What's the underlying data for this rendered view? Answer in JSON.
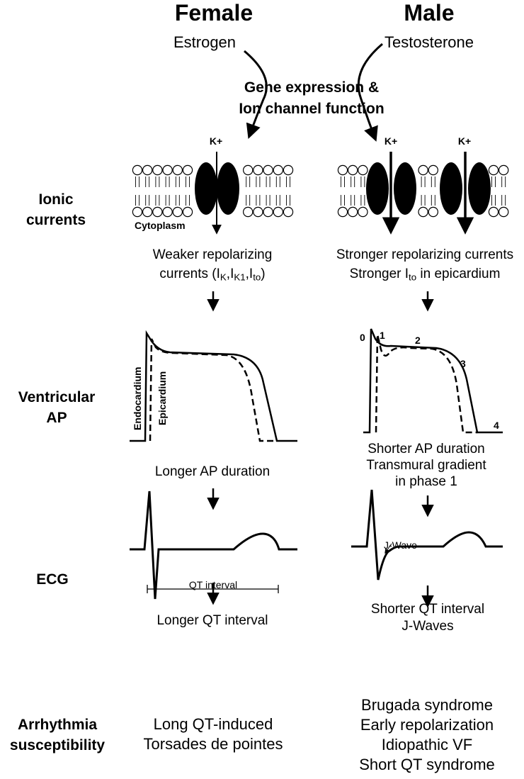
{
  "headers": {
    "female": "Female",
    "male": "Male"
  },
  "hormones": {
    "female": "Estrogen",
    "male": "Testosterone"
  },
  "gene_expression": {
    "line1": "Gene expression &",
    "line2": "Ion channel function"
  },
  "row_labels": {
    "ionic_1": "Ionic",
    "ionic_2": "currents",
    "ap_1": "Ventricular",
    "ap_2": "AP",
    "ecg": "ECG",
    "arr_1": "Arrhythmia",
    "arr_2": "susceptibility"
  },
  "membrane": {
    "k_plus": "K+",
    "cytoplasm": "Cytoplasm"
  },
  "ionic_text": {
    "female_1": "Weaker repolarizing",
    "female_2_prefix": "currents (I",
    "female_sub_1": "K",
    "female_sub_2": "K1",
    "female_sub_3": "to",
    "female_2_suffix": ")",
    "male_1": "Stronger repolarizing currents",
    "male_2_prefix": "Stronger I",
    "male_2_sub": "to",
    "male_2_suffix": " in epicardium"
  },
  "ap": {
    "endocardium": "Endocardium",
    "epicardium": "Epicardium",
    "phases": [
      "0",
      "1",
      "2",
      "3",
      "4"
    ],
    "female_text": "Longer AP duration",
    "male_text_1": "Shorter AP duration",
    "male_text_2": "Transmural gradient",
    "male_text_3": "in phase 1"
  },
  "ecg": {
    "qt_interval": "QT interval",
    "j_wave": "J-Wave",
    "female_text": "Longer QT interval",
    "male_text_1": "Shorter QT interval",
    "male_text_2": "J-Waves"
  },
  "arrhythmia": {
    "female": [
      "Long QT-induced",
      "Torsades de pointes"
    ],
    "male": [
      "Brugada syndrome",
      "Early repolarization",
      "Idiopathic VF",
      "Short QT syndrome"
    ]
  },
  "colors": {
    "ink": "#000000",
    "background": "#ffffff",
    "channel": "#000000"
  }
}
